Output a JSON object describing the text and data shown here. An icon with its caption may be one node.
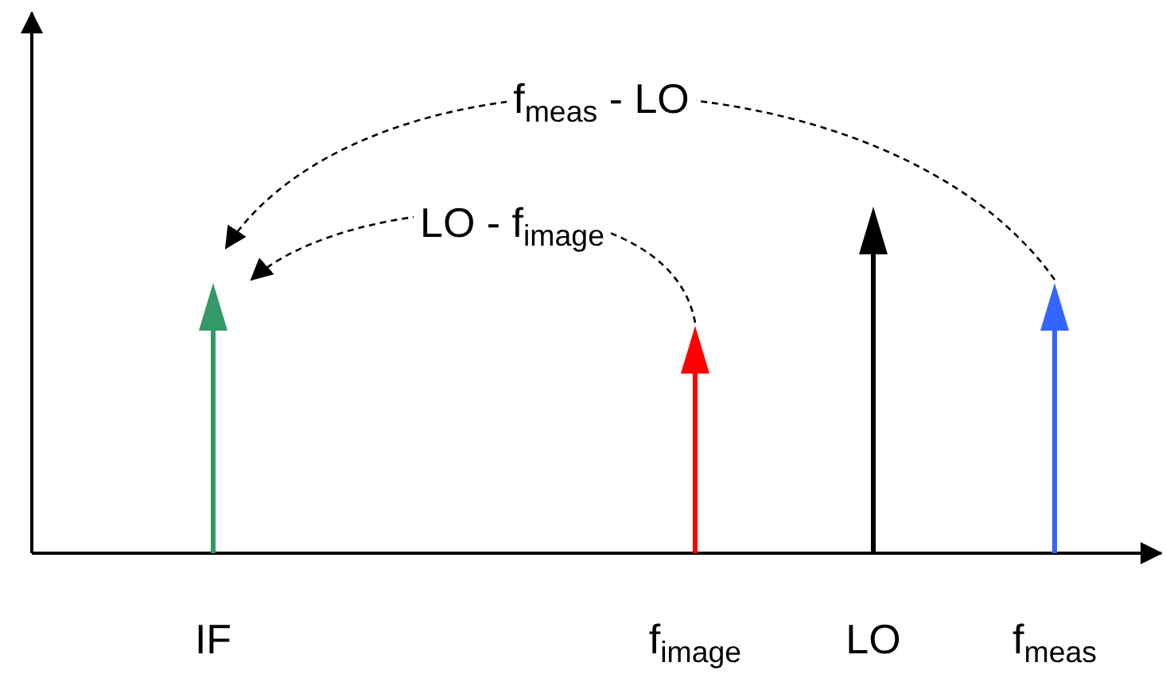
{
  "diagram": {
    "nodes": [
      {
        "text": [],
        "shape": "bar",
        "beside": [
          "IF"
        ]
      },
      {
        "text": [],
        "shape": "bar",
        "beside": [
          "f$_{image}$"
        ]
      },
      {
        "text": [],
        "shape": "bar",
        "beside": [
          "LO"
        ]
      },
      {
        "text": [],
        "shape": "bar",
        "beside": [
          "f$_{meas}$"
        ]
      }
    ],
    "edges": [
      {
        "from": 3,
        "to": 0,
        "arrow": "to",
        "label": "f$_{meas}$ - LO",
        "style": "dashed"
      },
      {
        "from": 1,
        "to": 0,
        "arrow": "to",
        "label": "LO - f$_{image}$",
        "style": "dashed"
      }
    ]
  }
}
